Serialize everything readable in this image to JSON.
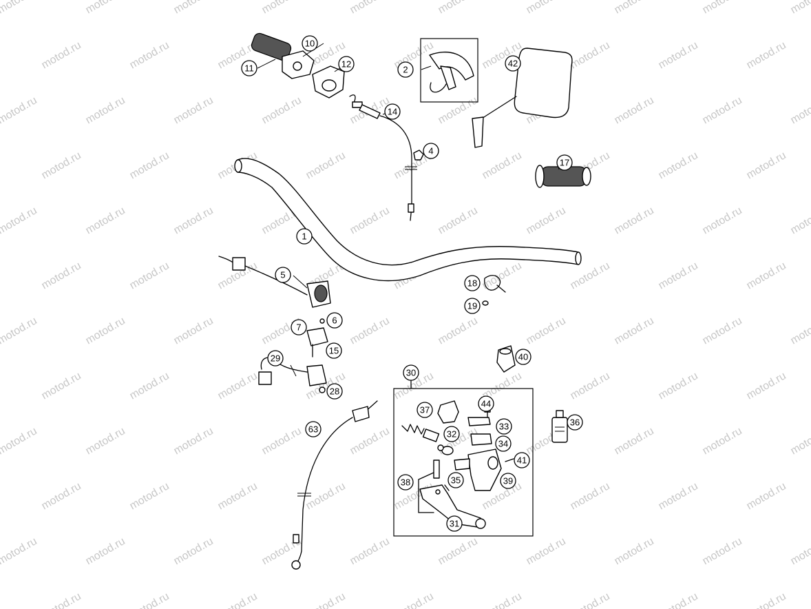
{
  "watermark": {
    "text": "motod.ru"
  },
  "callouts": {
    "c1": "1",
    "c2": "2",
    "c4": "4",
    "c5": "5",
    "c6": "6",
    "c7": "7",
    "c10": "10",
    "c11": "11",
    "c12": "12",
    "c14": "14",
    "c15": "15",
    "c17": "17",
    "c18": "18",
    "c19": "19",
    "c28": "28",
    "c29": "29",
    "c30": "30",
    "c31": "31",
    "c32": "32",
    "c33": "33",
    "c34": "34",
    "c35": "35",
    "c36": "36",
    "c37": "37",
    "c38": "38",
    "c39": "39",
    "c40": "40",
    "c41": "41",
    "c42": "42",
    "c44": "44",
    "c63": "63"
  }
}
